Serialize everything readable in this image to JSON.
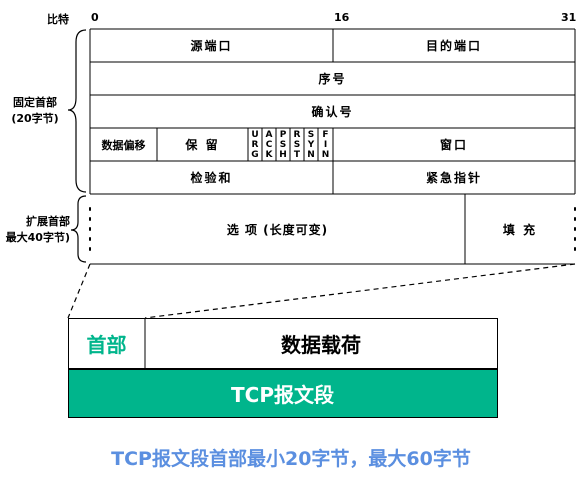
{
  "header": {
    "bit_label": "比特",
    "bit_0": "0",
    "bit_16": "16",
    "bit_31": "31"
  },
  "side_labels": {
    "fixed_header": [
      "固定首部",
      "(20字节)"
    ],
    "extended_header": [
      "扩展首部",
      "最大40字节)"
    ]
  },
  "fields": {
    "src_port": "源端口",
    "dst_port": "目的端口",
    "seq": "序号",
    "ack": "确认号",
    "data_offset": "数据偏移",
    "reserved": "保 留",
    "flags": [
      [
        "U",
        "R",
        "G"
      ],
      [
        "A",
        "C",
        "K"
      ],
      [
        "P",
        "S",
        "H"
      ],
      [
        "R",
        "S",
        "T"
      ],
      [
        "S",
        "Y",
        "N"
      ],
      [
        "F",
        "I",
        "N"
      ]
    ],
    "window": "窗口",
    "checksum": "检验和",
    "urgent_pointer": "紧急指针",
    "options": "选 项 (长度可变)",
    "padding": "填 充"
  },
  "segment": {
    "header_label": "首部",
    "payload_label": "数据载荷",
    "segment_label": "TCP报文段"
  },
  "colors": {
    "accent_green": "#00b58c",
    "caption_blue": "#5b8fe0"
  },
  "caption": "TCP报文段首部最小20字节，最大60字节"
}
